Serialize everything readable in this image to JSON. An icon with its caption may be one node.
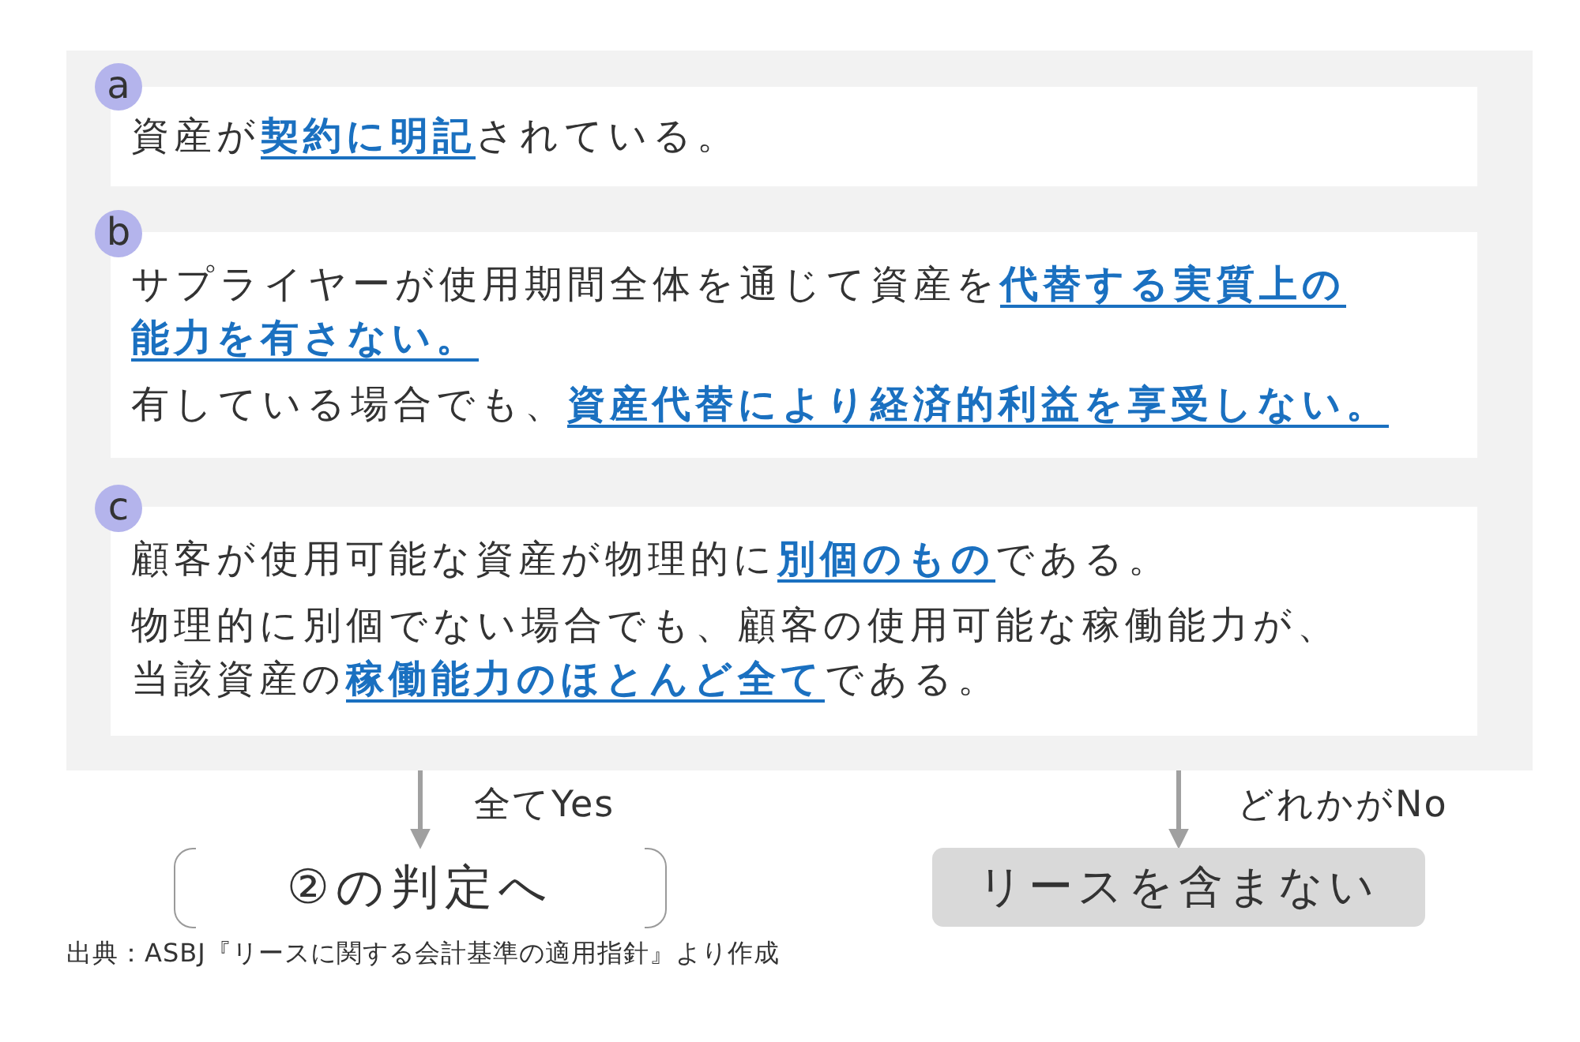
{
  "diagram": {
    "caption": "出典：ASBJ『リースに関する会計基準の適用指針』より作成",
    "nodes": [
      {
        "text": [],
        "shape": "box"
      },
      {
        "text": [
          "a"
        ],
        "in": 0
      },
      {
        "text": [
          "資産が**契約に明記**されている。"
        ],
        "in": 0
      },
      {
        "text": [
          "b"
        ],
        "in": 0
      },
      {
        "text": [
          "サプライヤーが使用期間全体を通じて資産を**代替する実質上の能力を有さない。**",
          "有している場合でも、**資産代替により経済的利益を享受しない。**"
        ],
        "in": 0
      },
      {
        "text": [
          "c"
        ],
        "in": 0
      },
      {
        "text": [
          "顧客が使用可能な資産が物理的に**別個のもの**である。",
          "物理的に別個でない場合でも、顧客の使用可能な稼働能力が、当該資産の**稼働能力のほとんど全て**である。"
        ],
        "in": 0
      },
      {
        "text": [
          "②の判定へ"
        ]
      },
      {
        "text": [
          "リースを含まない"
        ]
      }
    ],
    "edges": [
      {
        "from": 0,
        "to": 7,
        "arrow": "to",
        "label": "全てYes"
      },
      {
        "from": 0,
        "to": 8,
        "arrow": "to",
        "label": "どれかがNo"
      }
    ]
  }
}
